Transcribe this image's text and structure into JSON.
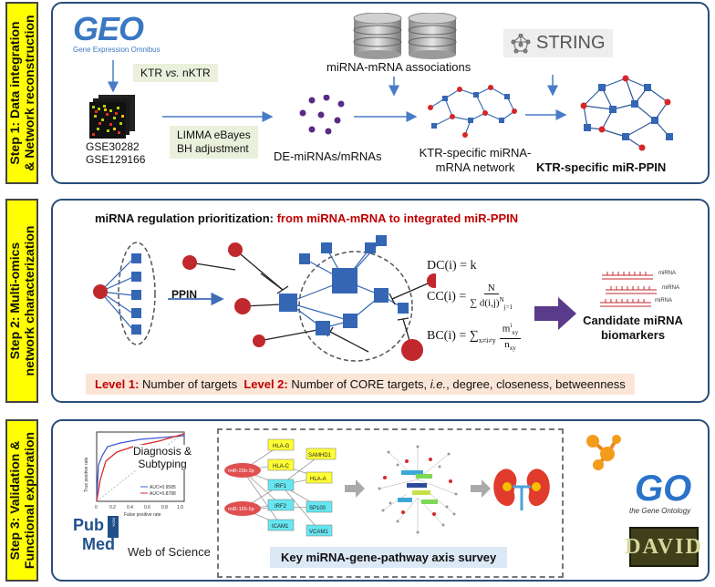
{
  "steps": {
    "step1": {
      "label": "Step 1:",
      "line1": "Data integration",
      "line2": "& Network reconstruction"
    },
    "step2": {
      "label": "Step 2:",
      "line1": "Multi-omics",
      "line2": "network characterization"
    },
    "step3": {
      "label": "Step 3:",
      "line1": "Validation &",
      "line2": "Functional exploration"
    }
  },
  "panel1": {
    "geo_logo": "GEO",
    "geo_sub": "Gene Expression Omnibus",
    "comparison_a": "KTR",
    "comparison_vs": "vs.",
    "comparison_b": "nKTR",
    "datasets": [
      "GSE30282",
      "GSE129166"
    ],
    "limma": [
      "LIMMA eBayes",
      "BH adjustment"
    ],
    "associations": "miRNA-mRNA associations",
    "string_logo": "STRING",
    "de_label": "DE-miRNAs/mRNAs",
    "ktr_network": [
      "KTR-specific miRNA-",
      "mRNA network"
    ],
    "ktr_ppin": "KTR-specific miR-PPIN"
  },
  "panel2": {
    "title_black": "miRNA regulation prioritization: ",
    "title_red": "from miRNA-mRNA to integrated miR-PPIN",
    "ppin": "PPIN",
    "dc": "DC(i) = k",
    "cc_left": "CC(i) =",
    "cc_num": "N",
    "cc_den": "∑ d(i,j)",
    "cc_den_sup": "N",
    "cc_den_sub": "j=1",
    "bc_left": "BC(i) = ∑",
    "bc_sub": "x≠i≠y",
    "bc_num": "m",
    "bc_num_sup": "i",
    "bc_num_sub": "xy",
    "bc_den": "n",
    "bc_den_sub": "xy",
    "mirna_tag": "miRNA",
    "candidate": [
      "Candidate miRNA",
      "biomarkers"
    ],
    "level1_label": "Level 1:",
    "level1_text": " Number of targets  ",
    "level2_label": "Level 2:",
    "level2_text": " Number of CORE targets, ",
    "level2_ie": "i.e.",
    "level2_rest": ", degree, closeness, betweenness"
  },
  "panel3": {
    "roc_title": [
      "Diagnosis &",
      "Subtyping"
    ],
    "roc_ylabel": "True positive rate",
    "roc_xlabel": "False positive rate",
    "roc_ticks": [
      "0",
      "0.2",
      "0.4",
      "0.6",
      "0.8",
      "1.0"
    ],
    "roc_auc": [
      "AUC=0.9585",
      "AUC=0.8788"
    ],
    "pubmed": [
      "Pub",
      "Med"
    ],
    "ncbi": "NCBI",
    "wos": "Web of Science",
    "genes": [
      "HLA-G",
      "SAMHD1",
      "HLA-C",
      "HLA-A",
      "IRF1",
      "IRF2",
      "SP100",
      "ICAM1",
      "VCAM1"
    ],
    "mirnas": [
      "miR-23b-3p",
      "miR-155-5p"
    ],
    "axis_survey": "Key miRNA-gene-pathway axis survey",
    "go_logo": "GO",
    "go_sub": "the Gene Ontology",
    "david": "DAVID"
  },
  "colors": {
    "panel_border": "#2a4d7a",
    "tag_yellow": "#ffff00",
    "node_red": "#c0282d",
    "node_blue": "#3566b4",
    "level_box": "#fbe5d6",
    "title_red": "#c00000"
  }
}
